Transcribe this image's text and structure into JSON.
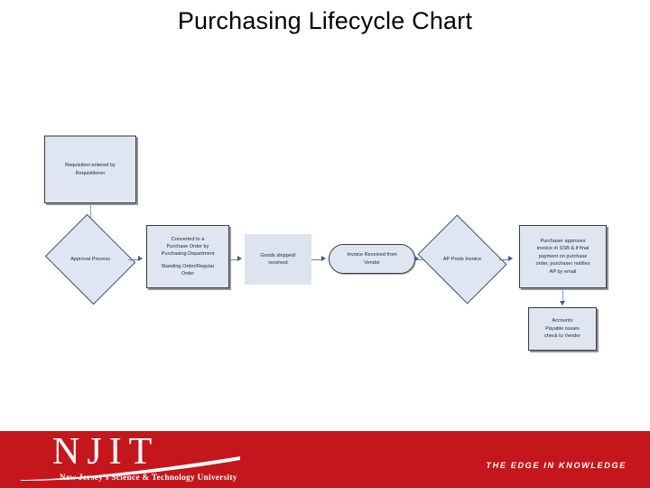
{
  "slide": {
    "title": "Purchasing Lifecycle Chart",
    "background_color": "#ffffff"
  },
  "chart_data": {
    "type": "diagram",
    "diagram_kind": "flowchart",
    "title": "Purchasing Lifecycle Chart",
    "orientation": "left-to-right with vertical drops",
    "node_fill_color": "#dfe6f2",
    "node_border_color": "#3a3a3a",
    "connector_color": "#3f5c8c",
    "nodes": [
      {
        "id": "n1",
        "shape": "rectangle",
        "lines": [
          "Requisition entered by",
          "Requisitioner"
        ],
        "text": "Requisition entered by Requisitioner"
      },
      {
        "id": "n2",
        "shape": "diamond",
        "lines": [
          "Approval Process"
        ],
        "text": "Approval Process"
      },
      {
        "id": "n3",
        "shape": "rectangle",
        "lines": [
          "Converted to a",
          "Purchase Order by",
          "Purchasing Department"
        ],
        "lines2": [
          "Standing Order/Regular",
          "Order"
        ],
        "text": "Converted to a Purchase Order by Purchasing Department / Standing Order/Regular Order"
      },
      {
        "id": "n4",
        "shape": "rectangle-plain",
        "lines": [
          "Goods shipped/",
          "received"
        ],
        "text": "Goods shipped/ received"
      },
      {
        "id": "n5",
        "shape": "stadium",
        "lines": [
          "Invoice Received from",
          "Vendor"
        ],
        "text": "Invoice Received from Vendor"
      },
      {
        "id": "n6",
        "shape": "diamond",
        "lines": [
          "AP Posts Invoice"
        ],
        "text": "AP Posts Invoice"
      },
      {
        "id": "n7",
        "shape": "rectangle",
        "lines": [
          "Purchaser approves",
          "invoice in SSB & if final",
          "payment on purchase",
          "order, purchaser notifies",
          "AP by email"
        ],
        "text": "Purchaser approves invoice in SSB & if final payment on purchase order, purchaser notifies AP by email"
      },
      {
        "id": "n8",
        "shape": "rectangle",
        "lines": [
          "Accounts",
          "Payable issues",
          "check to Vendor"
        ],
        "text": "Accounts Payable issues check to Vendor"
      }
    ],
    "edges": [
      {
        "from": "n1",
        "to": "n2",
        "direction": "down"
      },
      {
        "from": "n2",
        "to": "n3",
        "direction": "right"
      },
      {
        "from": "n3",
        "to": "n4",
        "direction": "right"
      },
      {
        "from": "n4",
        "to": "n5",
        "direction": "right"
      },
      {
        "from": "n5",
        "to": "n6",
        "direction": "right"
      },
      {
        "from": "n6",
        "to": "n7",
        "direction": "right"
      },
      {
        "from": "n7",
        "to": "n8",
        "direction": "down"
      }
    ]
  },
  "footer": {
    "background_color": "#c4161c",
    "logo_letters": "NJIT",
    "tagline": "New Jersey's Science & Technology University",
    "slogan": "THE EDGE IN KNOWLEDGE"
  }
}
